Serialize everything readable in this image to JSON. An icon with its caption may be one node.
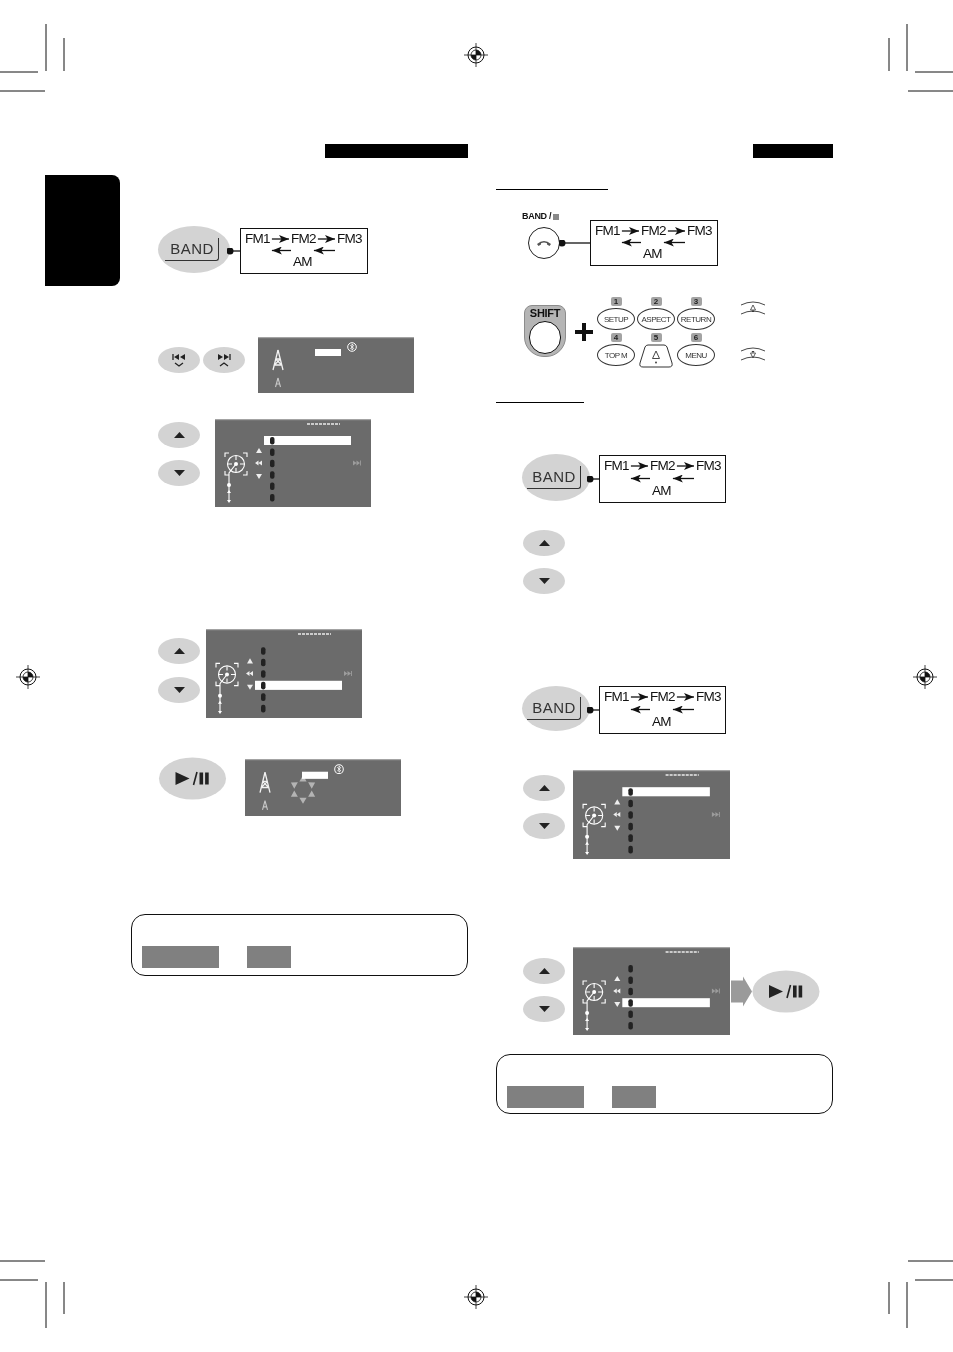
{
  "diagram": {
    "nodes": [
      {
        "text": [],
        "shape": "box"
      },
      {
        "text": [
          "BAND"
        ]
      },
      {
        "text": [],
        "shape": "box"
      },
      {
        "text": [
          "FM1"
        ],
        "in": 2
      },
      {
        "text": [
          "FM2"
        ],
        "in": 2
      },
      {
        "text": [
          "FM3"
        ],
        "in": 2
      },
      {
        "text": [
          "AM"
        ],
        "in": 2
      },
      {
        "text": [],
        "shape": "ellipse"
      },
      {
        "text": [],
        "shape": "box"
      },
      {
        "text": [],
        "shape": "bar",
        "in": 8
      },
      {
        "text": [],
        "shape": "bar",
        "in": 8
      },
      {
        "text": [
          "BAND /"
        ]
      },
      {
        "text": [],
        "shape": "box"
      },
      {
        "text": [
          "FM1"
        ],
        "in": 12
      },
      {
        "text": [
          "FM2"
        ],
        "in": 12
      },
      {
        "text": [
          "FM3"
        ],
        "in": 12
      },
      {
        "text": [
          "AM"
        ],
        "in": 12
      },
      {
        "text": [
          "SHIFT"
        ]
      },
      {
        "text": [
          "1",
          "SETUP"
        ]
      },
      {
        "text": [
          "2",
          "ASPECT"
        ]
      },
      {
        "text": [
          "3",
          "RETURN"
        ]
      },
      {
        "text": [
          "4",
          "TOP M"
        ]
      },
      {
        "text": [
          "5"
        ]
      },
      {
        "text": [
          "6",
          "MENU"
        ]
      },
      {
        "text": [
          "BAND"
        ]
      },
      {
        "text": [],
        "shape": "box"
      },
      {
        "text": [
          "FM1"
        ],
        "in": 25
      },
      {
        "text": [
          "FM2"
        ],
        "in": 25
      },
      {
        "text": [
          "FM3"
        ],
        "in": 25
      },
      {
        "text": [
          "AM"
        ],
        "in": 25
      },
      {
        "text": [
          "BAND"
        ]
      },
      {
        "text": [],
        "shape": "box"
      },
      {
        "text": [
          "FM1"
        ],
        "in": 31
      },
      {
        "text": [
          "FM2"
        ],
        "in": 31
      },
      {
        "text": [
          "FM3"
        ],
        "in": 31
      },
      {
        "text": [
          "AM"
        ],
        "in": 31
      },
      {
        "text": [],
        "shape": "picture"
      },
      {
        "text": [],
        "shape": "ellipse"
      },
      {
        "text": [],
        "shape": "box"
      },
      {
        "text": [],
        "shape": "bar",
        "in": 38
      },
      {
        "text": [],
        "shape": "bar",
        "in": 38
      }
    ],
    "edges": [
      {
        "from": 1,
        "to": 2,
        "arrow": "other"
      },
      {
        "from": 3,
        "to": 4,
        "arrow": "to"
      },
      {
        "from": 4,
        "to": 5,
        "arrow": "to"
      },
      {
        "from": 5,
        "to": 6,
        "arrow": "to"
      },
      {
        "from": 6,
        "to": 3,
        "arrow": "to"
      },
      {
        "from": 11,
        "to": 12,
        "arrow": "other"
      },
      {
        "from": 13,
        "to": 14,
        "arrow": "to"
      },
      {
        "from": 14,
        "to": 15,
        "arrow": "to"
      },
      {
        "from": 15,
        "to": 16,
        "arrow": "to"
      },
      {
        "from": 16,
        "to": 13,
        "arrow": "to"
      },
      {
        "from": 24,
        "to": 25,
        "arrow": "other"
      },
      {
        "from": 26,
        "to": 27,
        "arrow": "to"
      },
      {
        "from": 27,
        "to": 28,
        "arrow": "to"
      },
      {
        "from": 28,
        "to": 29,
        "arrow": "to"
      },
      {
        "from": 29,
        "to": 26,
        "arrow": "to"
      },
      {
        "from": 30,
        "to": 31,
        "arrow": "other"
      },
      {
        "from": 32,
        "to": 33,
        "arrow": "to"
      },
      {
        "from": 33,
        "to": 34,
        "arrow": "to"
      },
      {
        "from": 34,
        "to": 35,
        "arrow": "to"
      },
      {
        "from": 35,
        "to": 32,
        "arrow": "to"
      },
      {
        "from": 36,
        "to": 37,
        "arrow": "to",
        "style": "thick",
        "color": "#9a9a9a"
      }
    ]
  }
}
